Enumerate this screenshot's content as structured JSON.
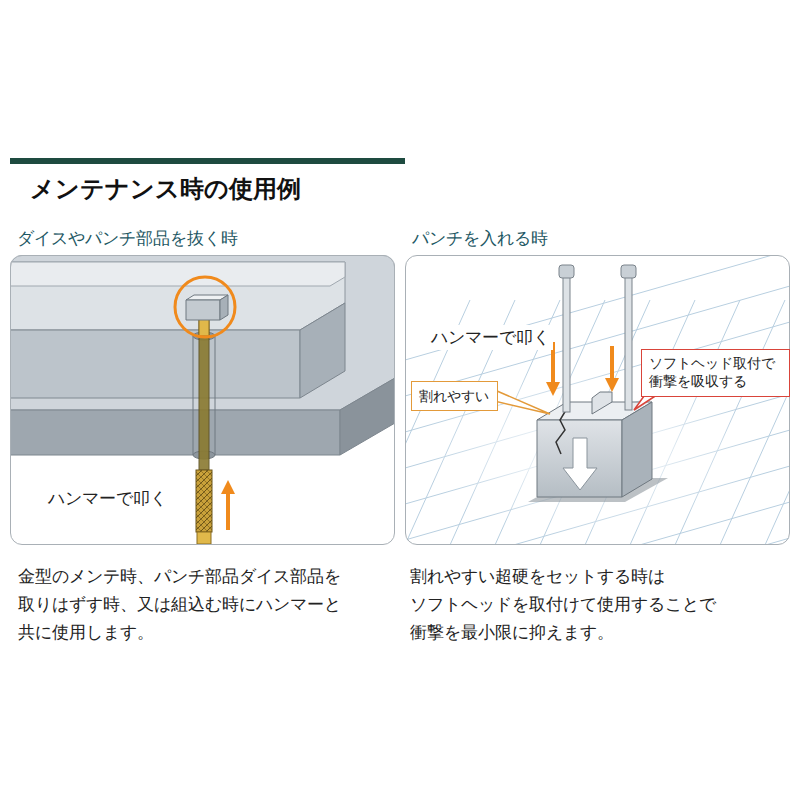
{
  "diagram": {
    "title": "メンテナンス時の使用例",
    "nodes": [
      {
        "text": [
          "ダイスやパンチ部品を抜く時"
        ]
      },
      {
        "text": [
          "パンチを入れる時"
        ]
      },
      {
        "text": [
          "割れやすい"
        ],
        "in": 1
      },
      {
        "text": [
          "ソフトヘッド取付で 衝撃を吸収する"
        ],
        "in": 1
      }
    ],
    "labels": [
      "ハンマーで叩く",
      "ハンマーで叩く",
      "金型のメンテ時、パンチ部品ダイス部品を 取りはずす時、又は組込む時にハンマーと 共に使用します。",
      "割れやすい超硬をセットする時は ソフトヘッドを取付けて使用することで 衝撃を最小限に抑えます。"
    ]
  }
}
